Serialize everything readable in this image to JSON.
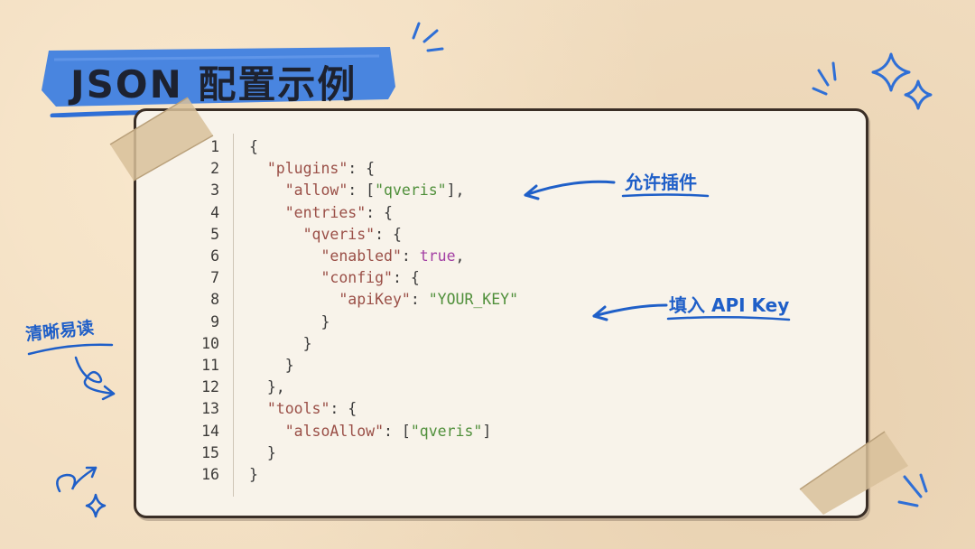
{
  "title": "JSON 配置示例",
  "annotations": {
    "allow_plugins": "允许插件",
    "fill_api_key": "填入 API Key",
    "clear_readable": "清晰易读"
  },
  "code": {
    "line_numbers": [
      "1",
      "2",
      "3",
      "4",
      "5",
      "6",
      "7",
      "8",
      "9",
      "10",
      "11",
      "12",
      "13",
      "14",
      "15",
      "16"
    ],
    "lines": [
      [
        {
          "t": "p",
          "v": "{"
        }
      ],
      [
        {
          "t": "p",
          "v": "  "
        },
        {
          "t": "k",
          "v": "\"plugins\""
        },
        {
          "t": "p",
          "v": ": {"
        }
      ],
      [
        {
          "t": "p",
          "v": "    "
        },
        {
          "t": "k",
          "v": "\"allow\""
        },
        {
          "t": "p",
          "v": ": ["
        },
        {
          "t": "s",
          "v": "\"qveris\""
        },
        {
          "t": "p",
          "v": "],"
        }
      ],
      [
        {
          "t": "p",
          "v": "    "
        },
        {
          "t": "k",
          "v": "\"entries\""
        },
        {
          "t": "p",
          "v": ": {"
        }
      ],
      [
        {
          "t": "p",
          "v": "      "
        },
        {
          "t": "k",
          "v": "\"qveris\""
        },
        {
          "t": "p",
          "v": ": {"
        }
      ],
      [
        {
          "t": "p",
          "v": "        "
        },
        {
          "t": "k",
          "v": "\"enabled\""
        },
        {
          "t": "p",
          "v": ": "
        },
        {
          "t": "b",
          "v": "true"
        },
        {
          "t": "p",
          "v": ","
        }
      ],
      [
        {
          "t": "p",
          "v": "        "
        },
        {
          "t": "k",
          "v": "\"config\""
        },
        {
          "t": "p",
          "v": ": {"
        }
      ],
      [
        {
          "t": "p",
          "v": "          "
        },
        {
          "t": "k",
          "v": "\"apiKey\""
        },
        {
          "t": "p",
          "v": ": "
        },
        {
          "t": "s",
          "v": "\"YOUR_KEY\""
        }
      ],
      [
        {
          "t": "p",
          "v": "        }"
        }
      ],
      [
        {
          "t": "p",
          "v": "      }"
        }
      ],
      [
        {
          "t": "p",
          "v": "    }"
        }
      ],
      [
        {
          "t": "p",
          "v": "  },"
        }
      ],
      [
        {
          "t": "p",
          "v": "  "
        },
        {
          "t": "k",
          "v": "\"tools\""
        },
        {
          "t": "p",
          "v": ": {"
        }
      ],
      [
        {
          "t": "p",
          "v": "    "
        },
        {
          "t": "k",
          "v": "\"alsoAllow\""
        },
        {
          "t": "p",
          "v": ": ["
        },
        {
          "t": "s",
          "v": "\"qveris\""
        },
        {
          "t": "p",
          "v": "]"
        }
      ],
      [
        {
          "t": "p",
          "v": "  }"
        }
      ],
      [
        {
          "t": "p",
          "v": "}"
        }
      ]
    ]
  },
  "colors": {
    "background": "#f1ddc0",
    "card": "#f8f3ea",
    "banner_blue": "#3f7fe0",
    "annotation_blue": "#1f5fc8",
    "key": "#9a4f47",
    "string": "#4f8f3a",
    "boolean": "#a23ea3"
  },
  "icons": [
    "sparkle-icon",
    "arrow-icon",
    "loop-arrow-icon",
    "curl-arrow-icon",
    "tape-strip"
  ]
}
